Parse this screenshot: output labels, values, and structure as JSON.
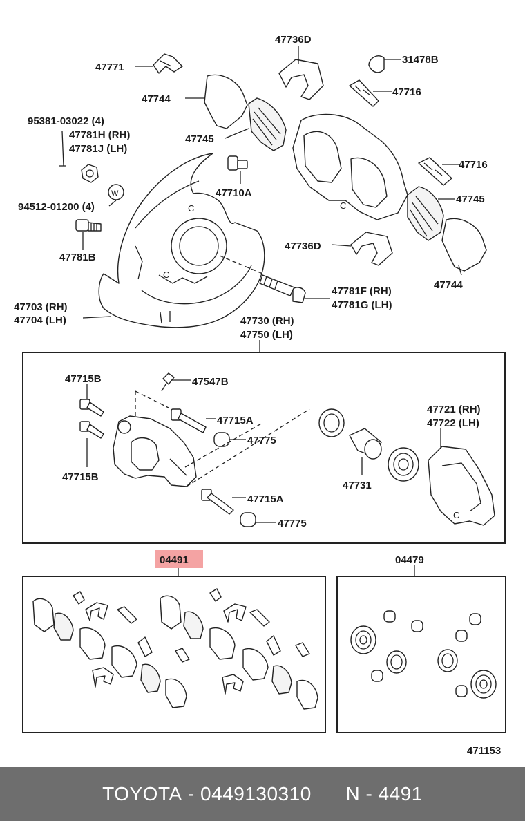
{
  "labels": {
    "l47736d_top": "47736D",
    "l47771": "47771",
    "l31478b": "31478B",
    "l47744_top": "47744",
    "l47716_top": "47716",
    "l95381": "95381-03022 (4)",
    "l47781h": "47781H (RH)",
    "l47745_top": "47745",
    "l47781j": "47781J (LH)",
    "l47716_right": "47716",
    "l47710a": "47710A",
    "l47745_right": "47745",
    "l94512": "94512-01200 (4)",
    "l47736d_mid": "47736D",
    "l47781b": "47781B",
    "l47744_right": "47744",
    "l47781f": "47781F (RH)",
    "l47781g": "47781G (LH)",
    "l47703": "47703 (RH)",
    "l47704": "47704 (LH)",
    "l47730": "47730 (RH)",
    "l47750": "47750 (LH)",
    "l47715b_top": "47715B",
    "l47547b": "47547B",
    "l47721": "47721 (RH)",
    "l47715a_top": "47715A",
    "l47722": "47722 (LH)",
    "l47775_top": "47775",
    "l47731": "47731",
    "l47715b_bot": "47715B",
    "l47715a_bot": "47715A",
    "l47775_bot": "47775",
    "l04491": "04491",
    "l04479": "04479",
    "l471153": "471153"
  },
  "footer": {
    "brand": "TOYOTA",
    "part_number": "0449130310",
    "code": "N - 4491"
  },
  "colors": {
    "highlight": "#f4a3a3",
    "footer_bg": "#6e6e6e"
  }
}
